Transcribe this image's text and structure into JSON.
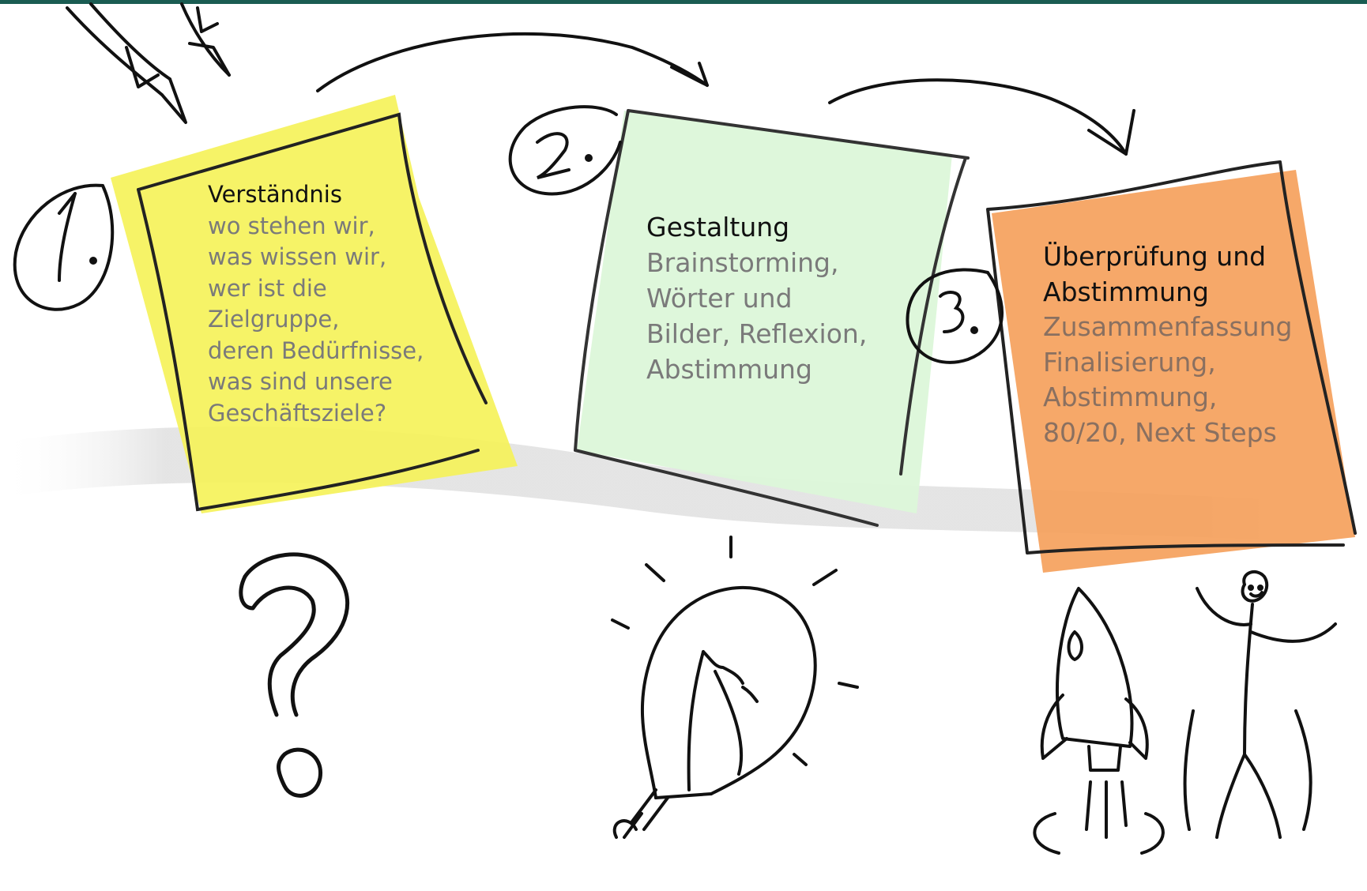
{
  "steps": [
    {
      "number": "1.",
      "title": "Verständnis",
      "lines": [
        "wo stehen wir,",
        "was wissen wir,",
        "wer ist die",
        "Zielgruppe,",
        "deren Bedürfnisse,",
        "was sind unsere",
        "Geschäftsziele?"
      ],
      "color": "#f5f25a",
      "icon": "question-mark-icon"
    },
    {
      "number": "2.",
      "title": "Gestaltung",
      "lines": [
        "Brainstorming,",
        "Wörter und",
        "Bilder, Reflexion,",
        "Abstimmung"
      ],
      "color": "#dcf7d9",
      "icon": "light-bulb-icon"
    },
    {
      "number": "3.",
      "title": "Überprüfung und Abstimmung",
      "lines": [
        "Zusammenfassung",
        "Finalisierung,",
        "Abstimmung,",
        "80/20, Next Steps"
      ],
      "color": "#f5a15c",
      "icon": "rocket-and-person-icon"
    }
  ],
  "colors": {
    "header_bar": "#1a5c52",
    "ink": "#111111",
    "subtext": "#7a7a7a",
    "shadow": "#d6d6d6"
  }
}
